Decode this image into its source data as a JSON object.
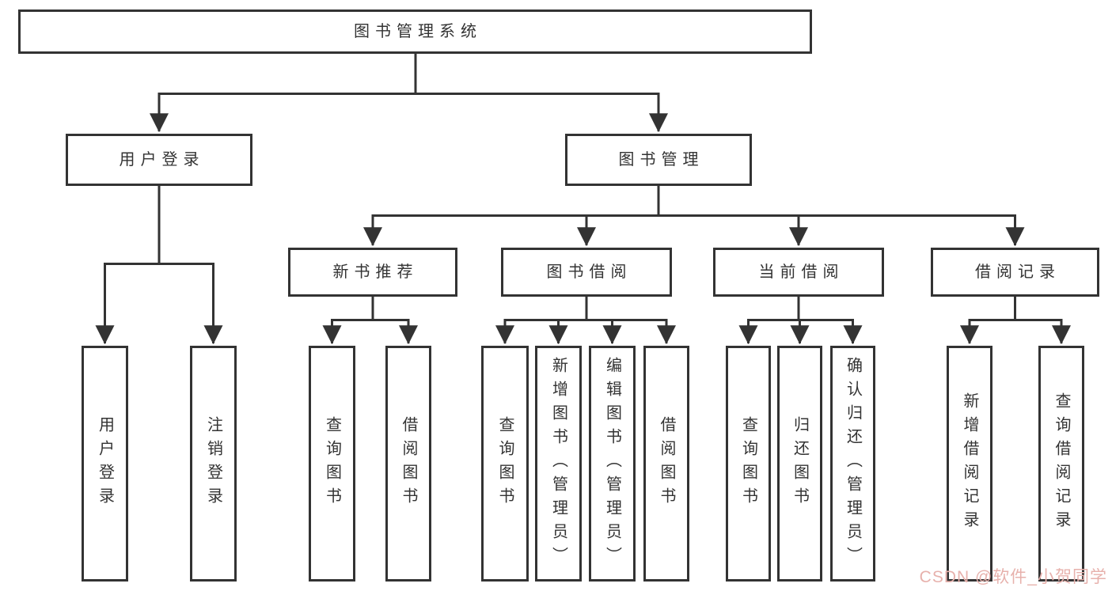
{
  "diagram": {
    "root": {
      "label": "图书管理系统"
    },
    "user_login": {
      "label": "用户登录",
      "children": [
        {
          "label": "用户登录"
        },
        {
          "label": "注销登录"
        }
      ]
    },
    "book_management": {
      "label": "图书管理",
      "sections": [
        {
          "label": "新书推荐",
          "children": [
            {
              "label": "查询图书"
            },
            {
              "label": "借阅图书"
            }
          ]
        },
        {
          "label": "图书借阅",
          "children": [
            {
              "label": "查询图书"
            },
            {
              "label": "新增图书（管理员）"
            },
            {
              "label": "编辑图书（管理员）"
            },
            {
              "label": "借阅图书"
            }
          ]
        },
        {
          "label": "当前借阅",
          "children": [
            {
              "label": "查询图书"
            },
            {
              "label": "归还图书"
            },
            {
              "label": "确认归还（管理员）"
            }
          ]
        },
        {
          "label": "借阅记录",
          "children": [
            {
              "label": "新增借阅记录"
            },
            {
              "label": "查询借阅记录"
            }
          ]
        }
      ]
    }
  },
  "watermark": {
    "text": "CSDN @软件_小贺同学"
  },
  "colors": {
    "line": "#333333",
    "border": "#333333",
    "text": "#333333",
    "background": "#ffffff",
    "watermark": "#e7b1ac"
  }
}
